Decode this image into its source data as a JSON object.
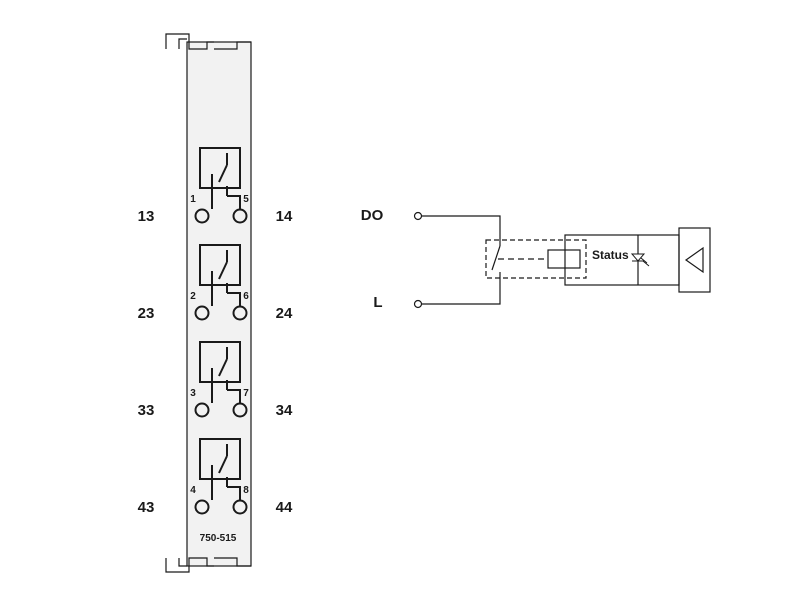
{
  "module": {
    "part_number": "750-515",
    "channels": [
      {
        "left_pin": "1",
        "right_pin": "5",
        "left_terminal": "13",
        "right_terminal": "14"
      },
      {
        "left_pin": "2",
        "right_pin": "6",
        "left_terminal": "23",
        "right_terminal": "24"
      },
      {
        "left_pin": "3",
        "right_pin": "7",
        "left_terminal": "33",
        "right_terminal": "34"
      },
      {
        "left_pin": "4",
        "right_pin": "8",
        "left_terminal": "43",
        "right_terminal": "44"
      }
    ]
  },
  "schematic": {
    "input_top": "DO",
    "input_bottom": "L",
    "status_label": "Status"
  },
  "colors": {
    "stroke": "#1a1a1a",
    "panel_fill": "#f2f2f2"
  }
}
